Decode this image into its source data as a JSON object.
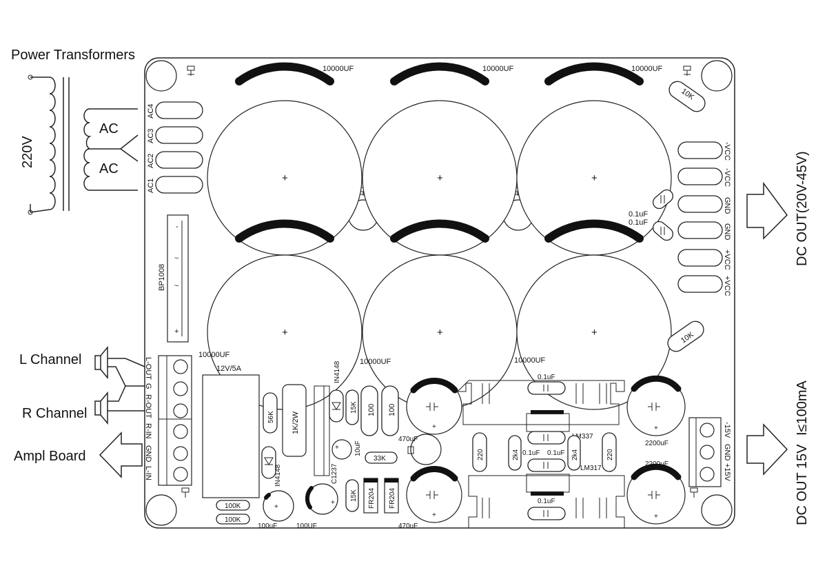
{
  "labels": {
    "power_transformers": "Power Transformers",
    "v220": "220V",
    "ac_upper": "AC",
    "ac_lower": "AC",
    "l_channel": "L Channel",
    "r_channel": "R Channel",
    "ampl_board": "Ampl Board",
    "dc_out_main": "DC OUT(20V-45V)",
    "dc_out_15v": "DC OUT 15V",
    "current_limit": "I≤100mA"
  },
  "ac_terminals": [
    "AC4",
    "AC3",
    "AC2",
    "AC1"
  ],
  "dc_terminals": [
    "-VCC",
    "-VCC",
    "GND",
    "GND",
    "+VCC",
    "+VCC"
  ],
  "io_terminals": [
    "L-OUT",
    "G",
    "R-OUT",
    "R-IN",
    "GND",
    "L-IN"
  ],
  "low_terminals": [
    "-15V",
    "GND",
    "+15V"
  ],
  "big_caps": {
    "c1": "10000UF",
    "c2": "10000UF",
    "c3": "10000UF",
    "c4": "10000UF",
    "c5": "10000UF",
    "c6": "10000UF"
  },
  "components": {
    "bridge": "BP1008",
    "fuse": "12V/5A",
    "r10k_top": "10K",
    "r10k_bottom": "10K",
    "cap_01uf_1": "0.1uF",
    "cap_01uf_2": "0.1uF",
    "r56k": "56K",
    "r1k2w": "1K/2W",
    "diode_top": "IN4148",
    "diode_mid": "IN4148",
    "r15k_top": "15K",
    "r100_a": "100",
    "r100_b": "100",
    "c470_top": "470uF",
    "c10uf": "10uF",
    "r33k": "33K",
    "transistor": "C1237",
    "r100k_a": "100K",
    "r100k_b": "100K",
    "c100uf_a": "100uF",
    "c100uf_b": "100UF",
    "r15k_bottom": "15K",
    "fr204_a": "FR204",
    "fr204_b": "FR204",
    "c470_bottom": "470uF",
    "cap_hs_top": "0.1uF",
    "cap_hs_bottom": "0.1uF",
    "lm337": "LM337",
    "lm317": "LM317",
    "r220_a": "220",
    "r220_b": "220",
    "r2k4_a": "2k4",
    "r2k4_b": "2k4",
    "cap_mid_a": "0.1uF",
    "cap_mid_b": "0.1uF",
    "c2200_top": "2200uF",
    "c2200_bottom": "2200uF"
  }
}
